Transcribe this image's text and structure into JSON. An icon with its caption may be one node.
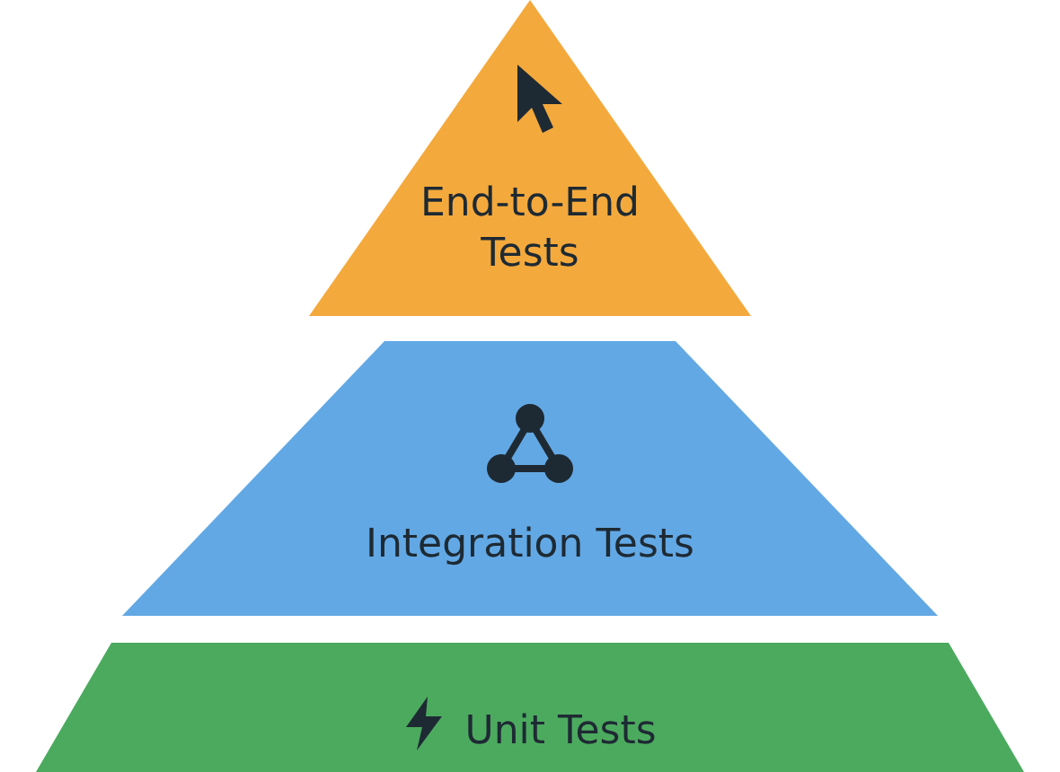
{
  "diagram": {
    "nodes": [
      {
        "text": [
          "End-to-End Tests"
        ]
      },
      {
        "text": [
          "Integration Tests"
        ]
      },
      {
        "text": [
          "Unit Tests"
        ]
      }
    ]
  }
}
